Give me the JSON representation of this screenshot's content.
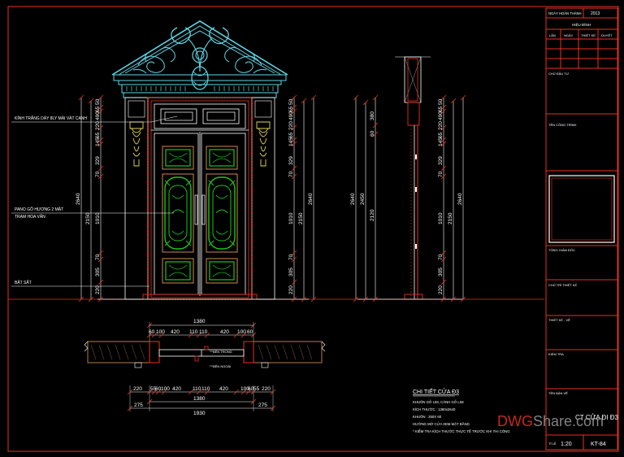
{
  "title_block": {
    "header_label": "NGÀY HOÀN THÀNH",
    "header_year": "2013",
    "revision_label": "HIỆU ĐÍNH",
    "revision_cols": [
      "LẦN",
      "NGÀY",
      "THIẾT KẾ",
      "DUYỆT"
    ],
    "rows": [
      "CHỦ ĐẦU TƯ",
      "TÊN CÔNG TRÌNH",
      "TỔNG GIÁM ĐỐC",
      "CHỦ TRÌ THIẾT KẾ",
      "THIẾT KẾ - VẼ",
      "KIỂM TRA",
      "TÊN BẢN VẼ"
    ],
    "drawing_name": "CT CỬA ĐI Đ3",
    "scale_label": "TỈ LỆ",
    "scale_value": "1:20",
    "sheet_code": "KT-84"
  },
  "annotations": {
    "glass": "KÍNH TRẮNG DÀY 8LY MÀI VÁT CẠNH",
    "panel_line1": "PANO GỖ HƯƠNG 2 MẶT",
    "panel_line2": "TRẠM HOA VĂN",
    "sill": "BẬT SẮT"
  },
  "section_labels": {
    "inside": "BÊN TRONG",
    "outside": "BÊN NGOÀI"
  },
  "dims_plan_top": {
    "total": "1380",
    "parts": [
      "60",
      "100",
      "420",
      "110",
      "110",
      "420",
      "100",
      "60"
    ]
  },
  "dims_plan_bottom": {
    "parts": [
      "220",
      "55",
      "60",
      "100",
      "420",
      "110",
      "110",
      "420",
      "100",
      "60",
      "55",
      "220"
    ],
    "total1": "1380",
    "left": "275",
    "right": "275",
    "total2": "1930"
  },
  "dims_elev_left": {
    "outer": "2640",
    "mid": "2150",
    "inner": [
      "220",
      "305",
      "70",
      "1010",
      "70",
      "329",
      "145",
      "65",
      "220",
      "490",
      "65",
      "50"
    ]
  },
  "dims_elev_right": {
    "outer": "2640",
    "mid": "2150",
    "inner": [
      "220",
      "305",
      "70",
      "1010",
      "70",
      "329",
      "145",
      "65",
      "220",
      "490",
      "65",
      "50"
    ]
  },
  "dims_side": {
    "outer": "2640",
    "mid": "2450",
    "inner2": "2120",
    "inner": [
      "380",
      "60",
      "490"
    ]
  },
  "notes": {
    "title": "CHI TIẾT CỬA Đ3",
    "lines": [
      "KHUÔN GỖ LIM, CÁNH GỖ LIM",
      "KÍCH THƯỚC : 1380x2640",
      "KHUÔN : 250X 60",
      "HƯỚNG MỞ CỬA XEM MẶT BẰNG",
      "* KIỂM TRA KÍCH THƯỚC THỰC TẾ TRƯỚC KHI THI CÔNG"
    ]
  },
  "watermark": {
    "part1": "DWG",
    "part2": "Share.com"
  },
  "colors": {
    "frame": "#e8321e",
    "pediment": "#5fd6e6",
    "panel": "#19c719",
    "trim": "#e39a5a",
    "text": "#ffffff"
  }
}
